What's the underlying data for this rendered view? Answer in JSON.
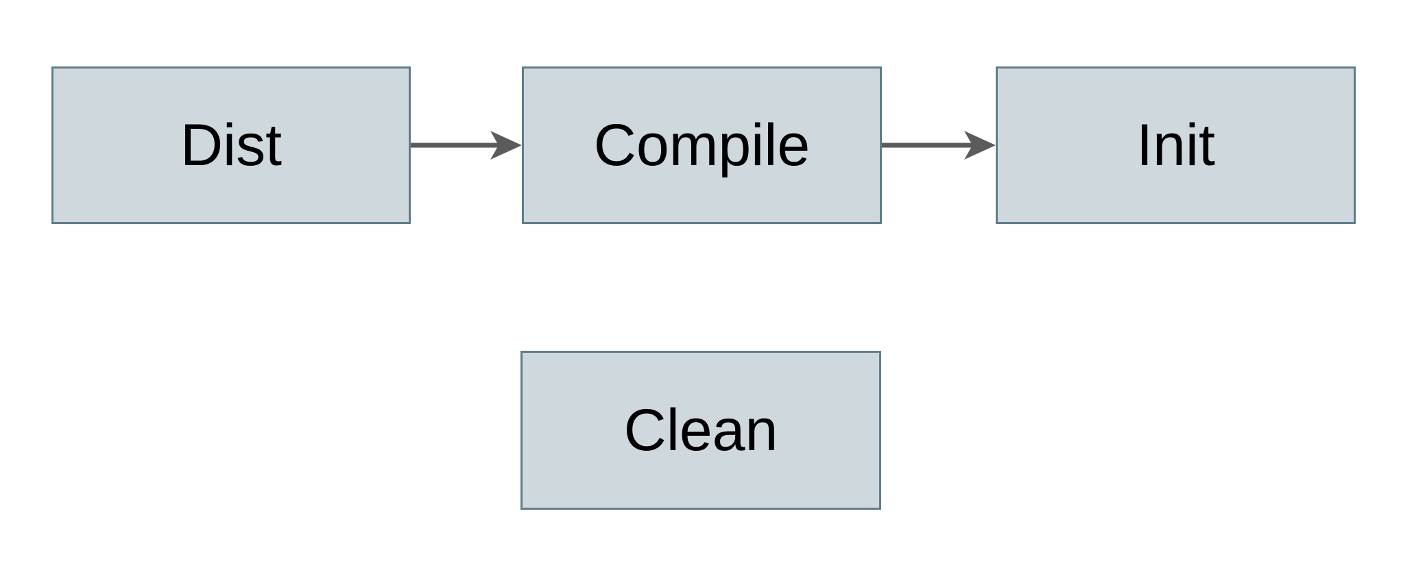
{
  "diagram": {
    "type": "flowchart",
    "background": "#ffffff",
    "colors": {
      "node_fill": "#cfd8dc",
      "node_border": "#607d8b",
      "arrow": "#5b5b5b",
      "text": "#000000"
    },
    "nodes": [
      {
        "id": "dist",
        "label": "Dist"
      },
      {
        "id": "compile",
        "label": "Compile"
      },
      {
        "id": "init",
        "label": "Init"
      },
      {
        "id": "clean",
        "label": "Clean"
      }
    ],
    "edges": [
      {
        "from": "Dist",
        "to": "Compile",
        "style": "arrow"
      },
      {
        "from": "Compile",
        "to": "Init",
        "style": "arrow"
      }
    ]
  }
}
